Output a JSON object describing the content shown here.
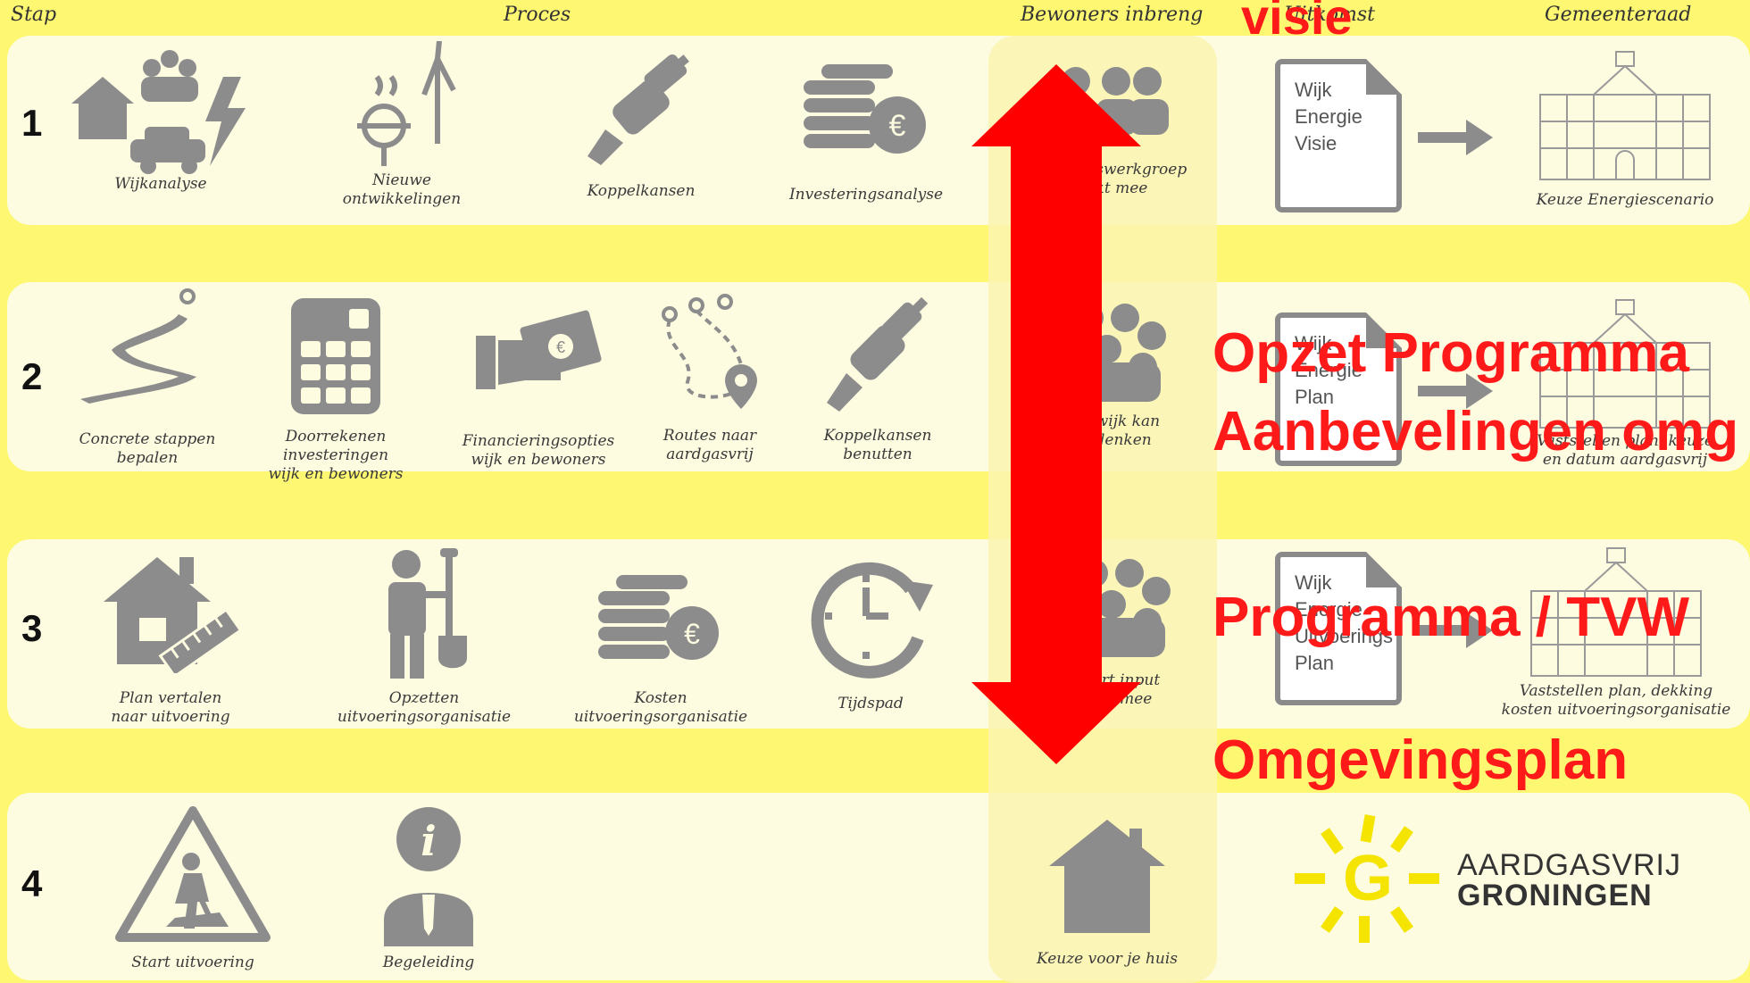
{
  "headers": {
    "stap": "Stap",
    "proces": "Proces",
    "bewoners": "Bewoners inbreng",
    "uitkomst": "Uitkomst",
    "gemeenteraad": "Gemeenteraad"
  },
  "steps": [
    "1",
    "2",
    "3",
    "4"
  ],
  "row1": {
    "items": [
      "Wijkanalyse",
      "Nieuwe\nontwikkelingen",
      "Koppelkansen",
      "Investeringsanalyse"
    ],
    "bewoners": "Bewonerswerkgroep\ndenkt mee",
    "doc": "Wijk\nEnergie\nVisie",
    "raad": "Keuze Energiescenario"
  },
  "row2": {
    "items": [
      "Concrete stappen\nbepalen",
      "Doorrekenen investeringen\nwijk en bewoners",
      "Financieringsopties\nwijk en bewoners",
      "Routes naar\naardgasvrij",
      "Koppelkansen\nbenutten"
    ],
    "bewoners": "Hele wijk kan\nmeedenken",
    "doc": "Wijk\nEnergie\nPlan",
    "raad": "Vaststellen plan, keuze\nen datum aardgasvrij"
  },
  "row3": {
    "items": [
      "Plan vertalen\nnaar uitvoering",
      "Opzetten\nuitvoeringsorganisatie",
      "Kosten\nuitvoeringsorganisatie",
      "Tijdspad"
    ],
    "bewoners": "Expert input\ndenkt mee",
    "doc": "Wijk\nEnergie\nUitvoerings\nPlan",
    "raad": "Vaststellen plan, dekking\nkosten uitvoeringsorganisatie"
  },
  "row4": {
    "items": [
      "Start uitvoering",
      "Begeleiding"
    ],
    "bewoners": "Keuze voor je huis"
  },
  "overlay": {
    "visie": "visie",
    "opzet": "Opzet Programma",
    "aanbev": "Aanbevelingen omg",
    "programma": "Programma / TVW",
    "omgeving": "Omgevingsplan"
  },
  "logo": {
    "line1": "AARDGASVRIJ",
    "line2": "GRONINGEN",
    "letter": "G"
  },
  "colors": {
    "background": "#fdf772",
    "band": "#fdfbe0",
    "icon": "#8c8c8c",
    "arrow": "#ff0000",
    "logo_yellow": "#f5e400"
  }
}
